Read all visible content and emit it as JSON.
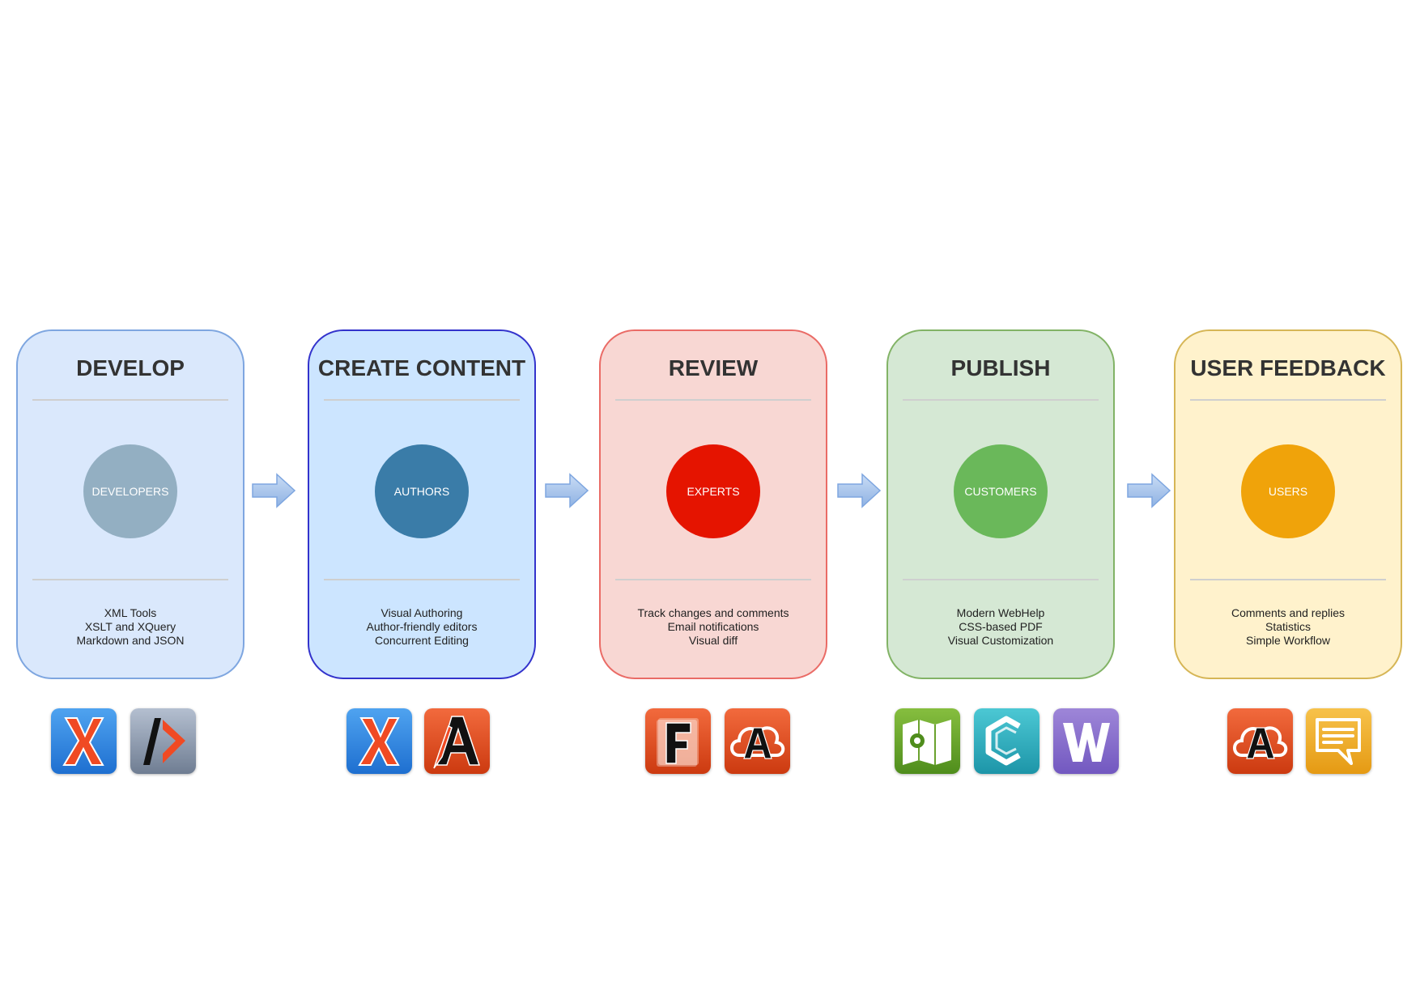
{
  "stages": [
    {
      "title": "DEVELOP",
      "role": "DEVELOPERS",
      "features": [
        "XML Tools",
        "XSLT and XQuery",
        "Markdown and JSON"
      ],
      "colors": {
        "fill": "#dae8fc",
        "border": "#7ea6e0",
        "circle": "#93afc2"
      },
      "icons": [
        "oxygen-xml-editor-icon",
        "oxygen-xml-developer-icon"
      ]
    },
    {
      "title": "CREATE CONTENT",
      "role": "AUTHORS",
      "features": [
        "Visual Authoring",
        "Author-friendly editors",
        "Concurrent Editing"
      ],
      "colors": {
        "fill": "#cce5ff",
        "border": "#3333cc",
        "circle": "#3a7ca8"
      },
      "icons": [
        "oxygen-xml-editor-icon",
        "oxygen-xml-author-icon"
      ]
    },
    {
      "title": "REVIEW",
      "role": "EXPERTS",
      "features": [
        "Track changes and comments",
        "Email notifications",
        "Visual diff"
      ],
      "colors": {
        "fill": "#f8d7d3",
        "border": "#ea6b66",
        "circle": "#e51400"
      },
      "icons": [
        "content-fusion-icon",
        "web-author-cloud-icon"
      ]
    },
    {
      "title": "PUBLISH",
      "role": "CUSTOMERS",
      "features": [
        "Modern WebHelp",
        "CSS-based PDF",
        "Visual Customization"
      ],
      "colors": {
        "fill": "#d5e8d4",
        "border": "#82b366",
        "circle": "#6ab85a"
      },
      "icons": [
        "webhelp-map-icon",
        "pdf-chemistry-icon",
        "styles-basket-icon"
      ]
    },
    {
      "title": "USER FEEDBACK",
      "role": "USERS",
      "features": [
        "Comments and replies",
        "Statistics",
        "Simple Workflow"
      ],
      "colors": {
        "fill": "#fff2cc",
        "border": "#d6b656",
        "circle": "#f0a30a"
      },
      "icons": [
        "web-author-cloud-icon",
        "feedback-comments-icon"
      ]
    }
  ]
}
